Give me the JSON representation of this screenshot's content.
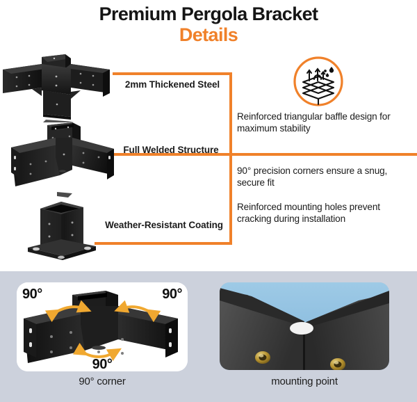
{
  "header": {
    "title_line1": "Premium Pergola Bracket",
    "title_line2": "Details"
  },
  "colors": {
    "accent_orange": "#f0812a",
    "arrow_amber": "#f0a830",
    "text_dark": "#1b1b1b",
    "panel_background": "#ccd1dc",
    "bracket_black": "#1a1a1a",
    "sky_blue": "#8fc0e0",
    "screw_brass": "#b59433"
  },
  "main": {
    "left_labels": [
      {
        "name": "thickened-steel",
        "text": "2mm Thickened Steel"
      },
      {
        "name": "full-welded",
        "text": "Full Welded Structure"
      },
      {
        "name": "weather-coating",
        "text": "Weather-Resistant Coating"
      }
    ],
    "products": [
      {
        "name": "cross-bracket",
        "alt": "4-way cross pergola bracket"
      },
      {
        "name": "three-way-bracket",
        "alt": "3-way corner pergola bracket"
      },
      {
        "name": "post-base-bracket",
        "alt": "post base bracket with flange plate"
      }
    ],
    "icon": {
      "name": "layered-waterproof-icon",
      "alt": "layered material with rising arrows and water droplets"
    },
    "right_texts": [
      {
        "name": "baffle",
        "text": "Reinforced triangular baffle design for maximum stability"
      },
      {
        "name": "corners",
        "text": "90° precision corners ensure a snug, secure fit"
      },
      {
        "name": "holes",
        "text": "Reinforced mounting holes prevent cracking during installation"
      }
    ]
  },
  "bottom": {
    "corner_card": {
      "caption": "90° corner",
      "angle_labels": [
        "90°",
        "90°",
        "90°"
      ],
      "image_alt": "3-way bracket with 90 degree angle arrows"
    },
    "mount_card": {
      "caption": "mounting point",
      "image_alt": "close-up photo of bracket interior corner with mounting hole and two brass screws"
    }
  }
}
